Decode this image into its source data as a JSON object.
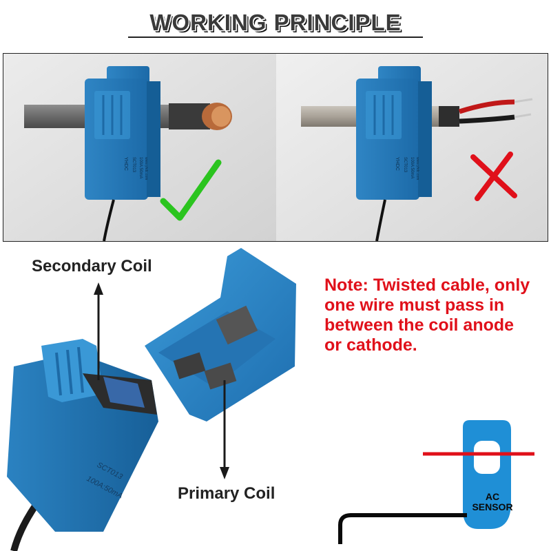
{
  "title": "WORKING PRINCIPLE",
  "photos": {
    "left": {
      "status_icon": "checkmark-icon",
      "color": "#2bc41f",
      "printed_text": [
        "YHDC",
        "SCT013",
        "100A:50mA",
        "www.yhdc.com"
      ]
    },
    "right": {
      "status_icon": "cross-icon",
      "color": "#e0101a",
      "printed_text": [
        "YHDC",
        "SCT013",
        "100A:50mA",
        "www.yhdc.com"
      ]
    }
  },
  "labels": {
    "secondary_coil": "Secondary Coil",
    "primary_coil": "Primary Coil"
  },
  "device_text": {
    "model": "SCT013",
    "rating": "100A:50mA"
  },
  "note": {
    "lines": [
      "Note: Twisted cable, only",
      "one wire must pass in",
      "between the coil anode",
      "or cathode."
    ],
    "color": "#e0101a"
  },
  "diagram": {
    "sensor_label_line1": "AC",
    "sensor_label_line2": "SENSOR",
    "sensor_color": "#1f8fd6",
    "wire_color": "#e0101a"
  },
  "colors": {
    "sensor_blue": "#2e86c8",
    "title_fill": "#3a3a3a"
  }
}
